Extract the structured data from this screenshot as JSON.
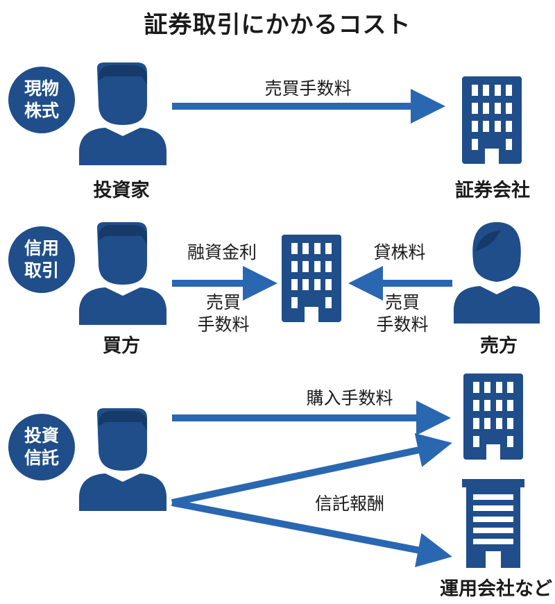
{
  "title": "証券取引にかかるコスト",
  "colors": {
    "primary": "#1f4e8a",
    "arrow": "#2a67b1",
    "text": "#1a1a1a"
  },
  "sections": {
    "spot_stock": {
      "badge": [
        "現物",
        "株式"
      ],
      "investor_label": "投資家",
      "fee_label": "売買手数料",
      "company_label": "証券会社"
    },
    "margin_trading": {
      "badge": [
        "信用",
        "取引"
      ],
      "buyer_label": "買方",
      "seller_label": "売方",
      "loan_interest_label": "融資金利",
      "stock_loan_fee_label": "貸株料",
      "buyer_fee_label": [
        "売買",
        "手数料"
      ],
      "seller_fee_label": [
        "売買",
        "手数料"
      ]
    },
    "investment_trust": {
      "badge": [
        "投資",
        "信託"
      ],
      "purchase_fee_label": "購入手数料",
      "trust_fee_label": "信託報酬",
      "asset_manager_label": "運用会社など"
    }
  },
  "icons": [
    "person-icon",
    "person-icon-long-hair",
    "building-icon",
    "office-building-icon"
  ]
}
